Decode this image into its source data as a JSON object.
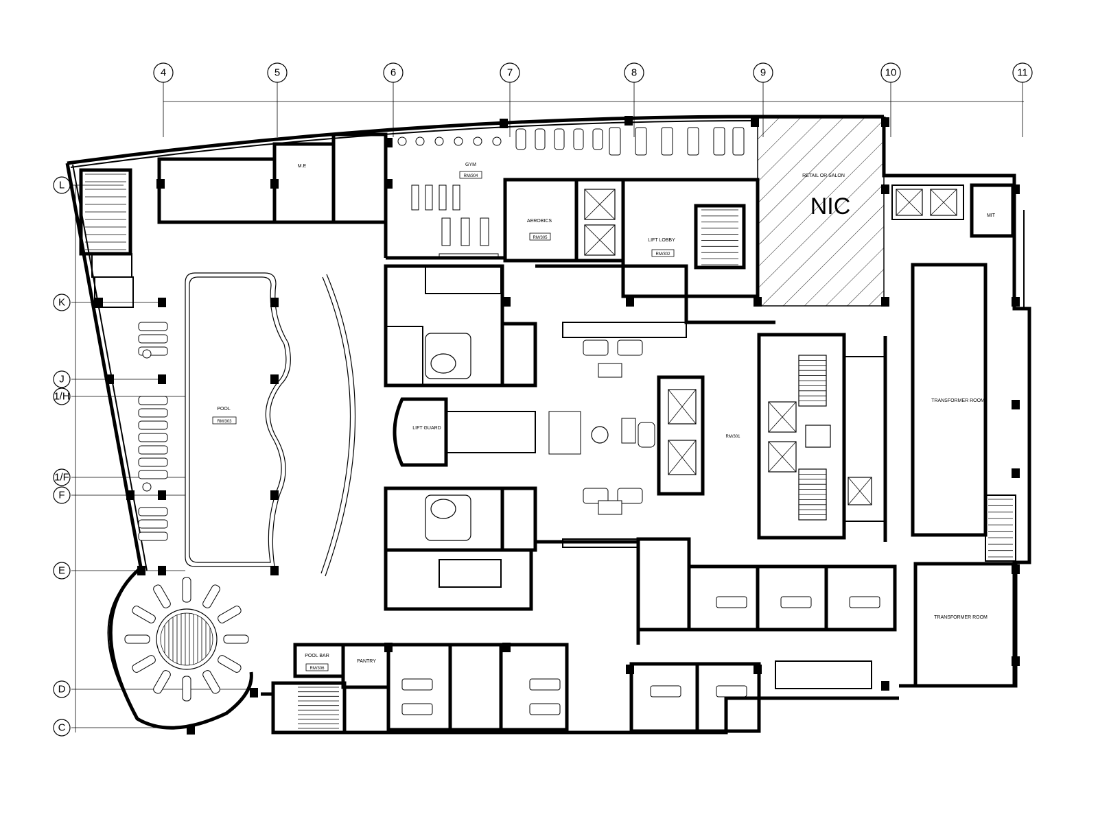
{
  "grid_columns": [
    "4",
    "5",
    "6",
    "7",
    "8",
    "9",
    "10",
    "11"
  ],
  "grid_rows": [
    "L",
    "K",
    "J",
    "1/H",
    "1/F",
    "F",
    "E",
    "D",
    "C"
  ],
  "rooms": {
    "gym": "GYM",
    "gym_tag": "RM/304",
    "aerobics": "AEROBICS",
    "aerobics_tag": "RM/305",
    "lift_lobby": "LIFT LOBBY",
    "lift_lobby_tag": "RM/302",
    "retail": "RETAIL OR SALON",
    "nic": "NIC",
    "pool": "POOL",
    "pool_tag": "RM/303",
    "lift_guard": "LIFT GUARD",
    "corridor_tag": "RM/301",
    "transformer_1": "TRANSFORMER ROOM",
    "transformer_2": "TRANSFORMER ROOM",
    "pool_bar": "POOL BAR",
    "pool_bar_tag": "RM/306",
    "pantry": "PANTRY",
    "mit": "MIT",
    "me": "M.E"
  }
}
